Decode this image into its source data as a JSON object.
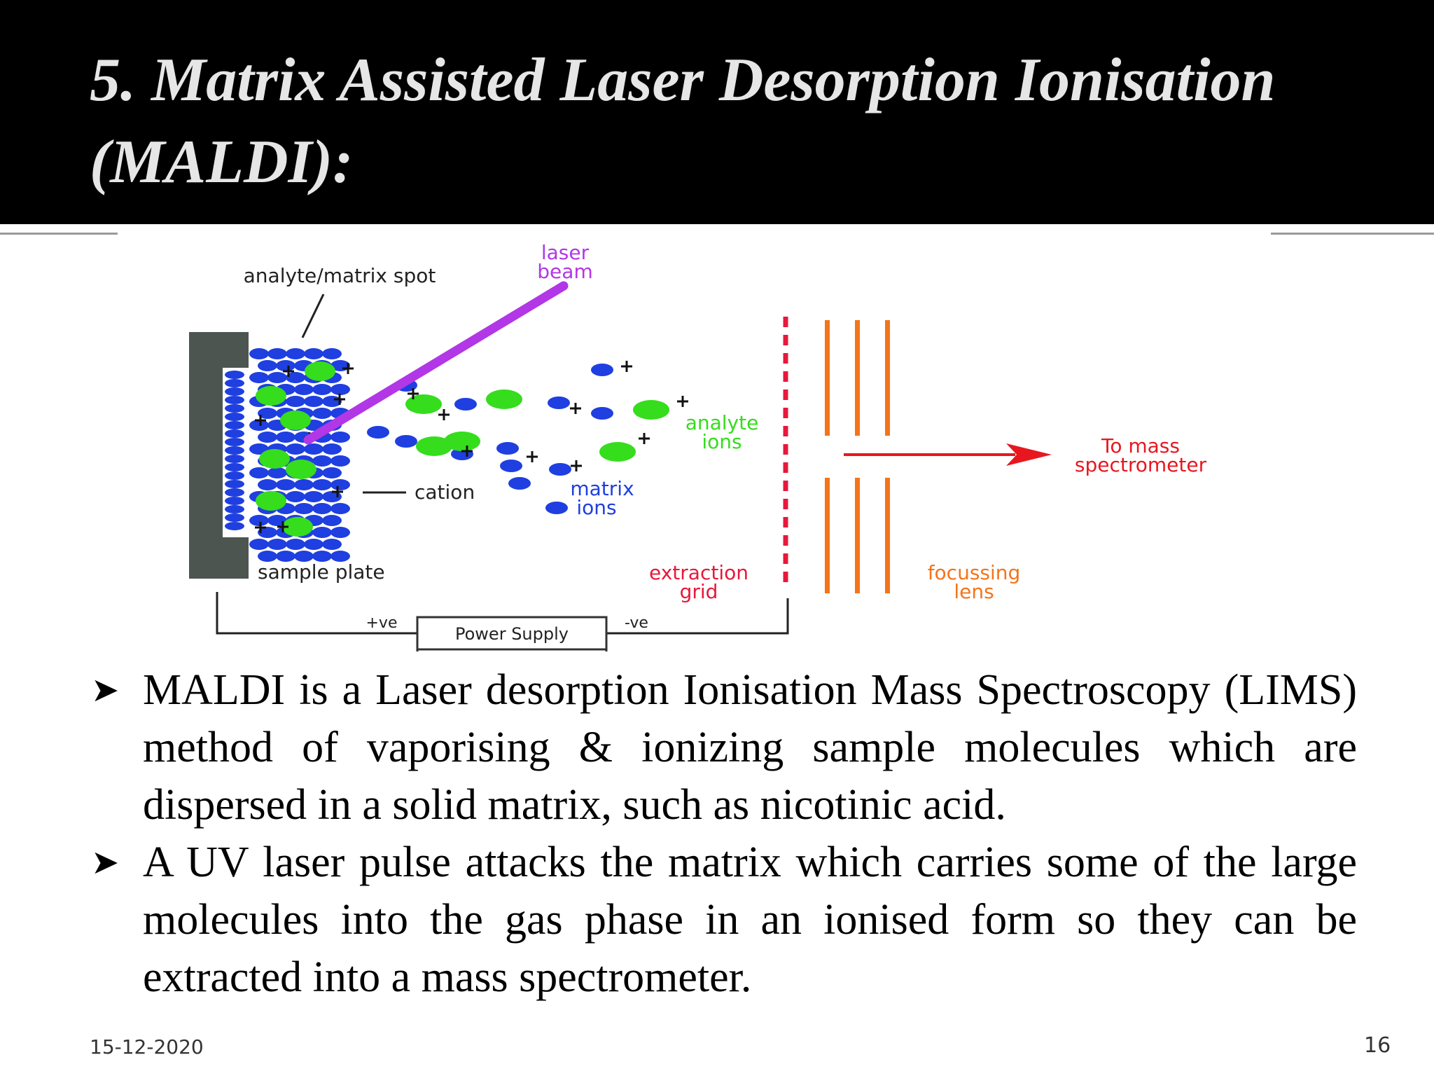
{
  "slide": {
    "title": "5. Matrix Assisted Laser Desorption Ionisation (MALDI):",
    "date": "15-12-2020",
    "page_number": "16"
  },
  "diagram": {
    "labels": {
      "laser_beam_1": "laser",
      "laser_beam_2": "beam",
      "spot": "analyte/matrix spot",
      "cation": "cation",
      "analyte_ions_1": "analyte",
      "analyte_ions_2": "ions",
      "matrix_ions_1": "matrix",
      "matrix_ions_2": "ions",
      "to_ms_1": "To mass",
      "to_ms_2": "spectrometer",
      "sample_plate": "sample plate",
      "extraction_grid_1": "extraction",
      "extraction_grid_2": "grid",
      "focusing_lens_1": "focussing",
      "focusing_lens_2": "lens",
      "plus_ve": "+ve",
      "minus_ve": "-ve",
      "power_supply": "Power Supply"
    },
    "colors": {
      "matrix": "#1f3fe0",
      "analyte": "#35dd1d",
      "laser": "#b237e6",
      "grid": "#e8173c",
      "lens": "#f4741a",
      "arrow": "#e8171f",
      "plate": "#4d5551"
    }
  },
  "bullets": [
    "MALDI is a Laser desorption Ionisation Mass Spectroscopy (LIMS) method of vaporising & ionizing sample molecules which are dispersed in a solid matrix, such as nicotinic acid.",
    "A UV laser pulse attacks the matrix which carries some of the large molecules into the gas phase in an ionised form so they can be extracted into a mass spectrometer."
  ]
}
